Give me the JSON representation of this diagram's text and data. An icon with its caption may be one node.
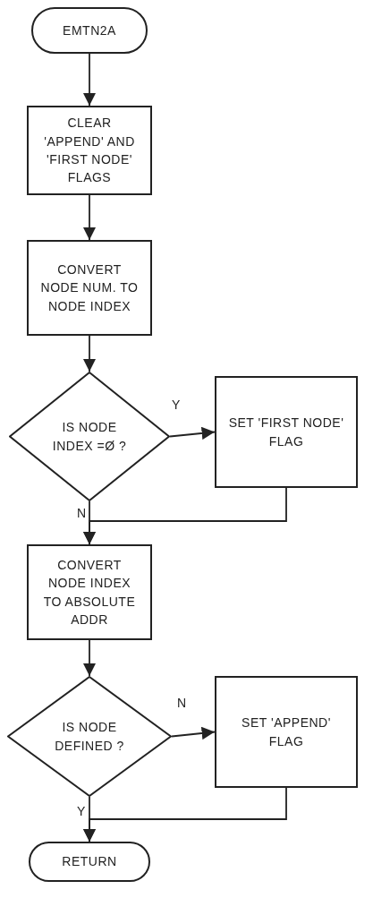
{
  "diagram": {
    "nodes": [
      {
        "text": [
          "EMTN2A"
        ]
      },
      {
        "text": [
          "CLEAR 'APPEND' AND 'FIRST NODE' FLAGS"
        ]
      },
      {
        "text": [
          "CONVERT NODE NUM. TO NODE INDEX"
        ]
      },
      {
        "text": [
          "IS NODE INDEX =Ø ?"
        ]
      },
      {
        "text": [
          "SET 'FIRST NODE' FLAG"
        ]
      },
      {
        "text": [
          "CONVERT NODE INDEX TO ABSOLUTE ADDR"
        ]
      },
      {
        "text": [
          "IS NODE DEFINED ?"
        ]
      },
      {
        "text": [
          "SET 'APPEND' FLAG"
        ]
      },
      {
        "text": [
          "RETURN"
        ]
      }
    ],
    "edges": [
      {
        "from": 0,
        "to": 1,
        "arrow": "to"
      },
      {
        "from": 1,
        "to": 2,
        "arrow": "to"
      },
      {
        "from": 2,
        "to": 3,
        "arrow": "to"
      },
      {
        "from": 3,
        "to": 4,
        "arrow": "to",
        "label": "Y"
      },
      {
        "from": 3,
        "to": 5,
        "arrow": "to",
        "label": "N"
      },
      {
        "from": 4,
        "to": 5,
        "arrow": "to"
      },
      {
        "from": 5,
        "to": 6,
        "arrow": "to"
      },
      {
        "from": 6,
        "to": 7,
        "arrow": "to",
        "label": "N"
      },
      {
        "from": 6,
        "to": 8,
        "arrow": "to",
        "label": "Y"
      },
      {
        "from": 7,
        "to": 8,
        "arrow": "to"
      }
    ]
  }
}
